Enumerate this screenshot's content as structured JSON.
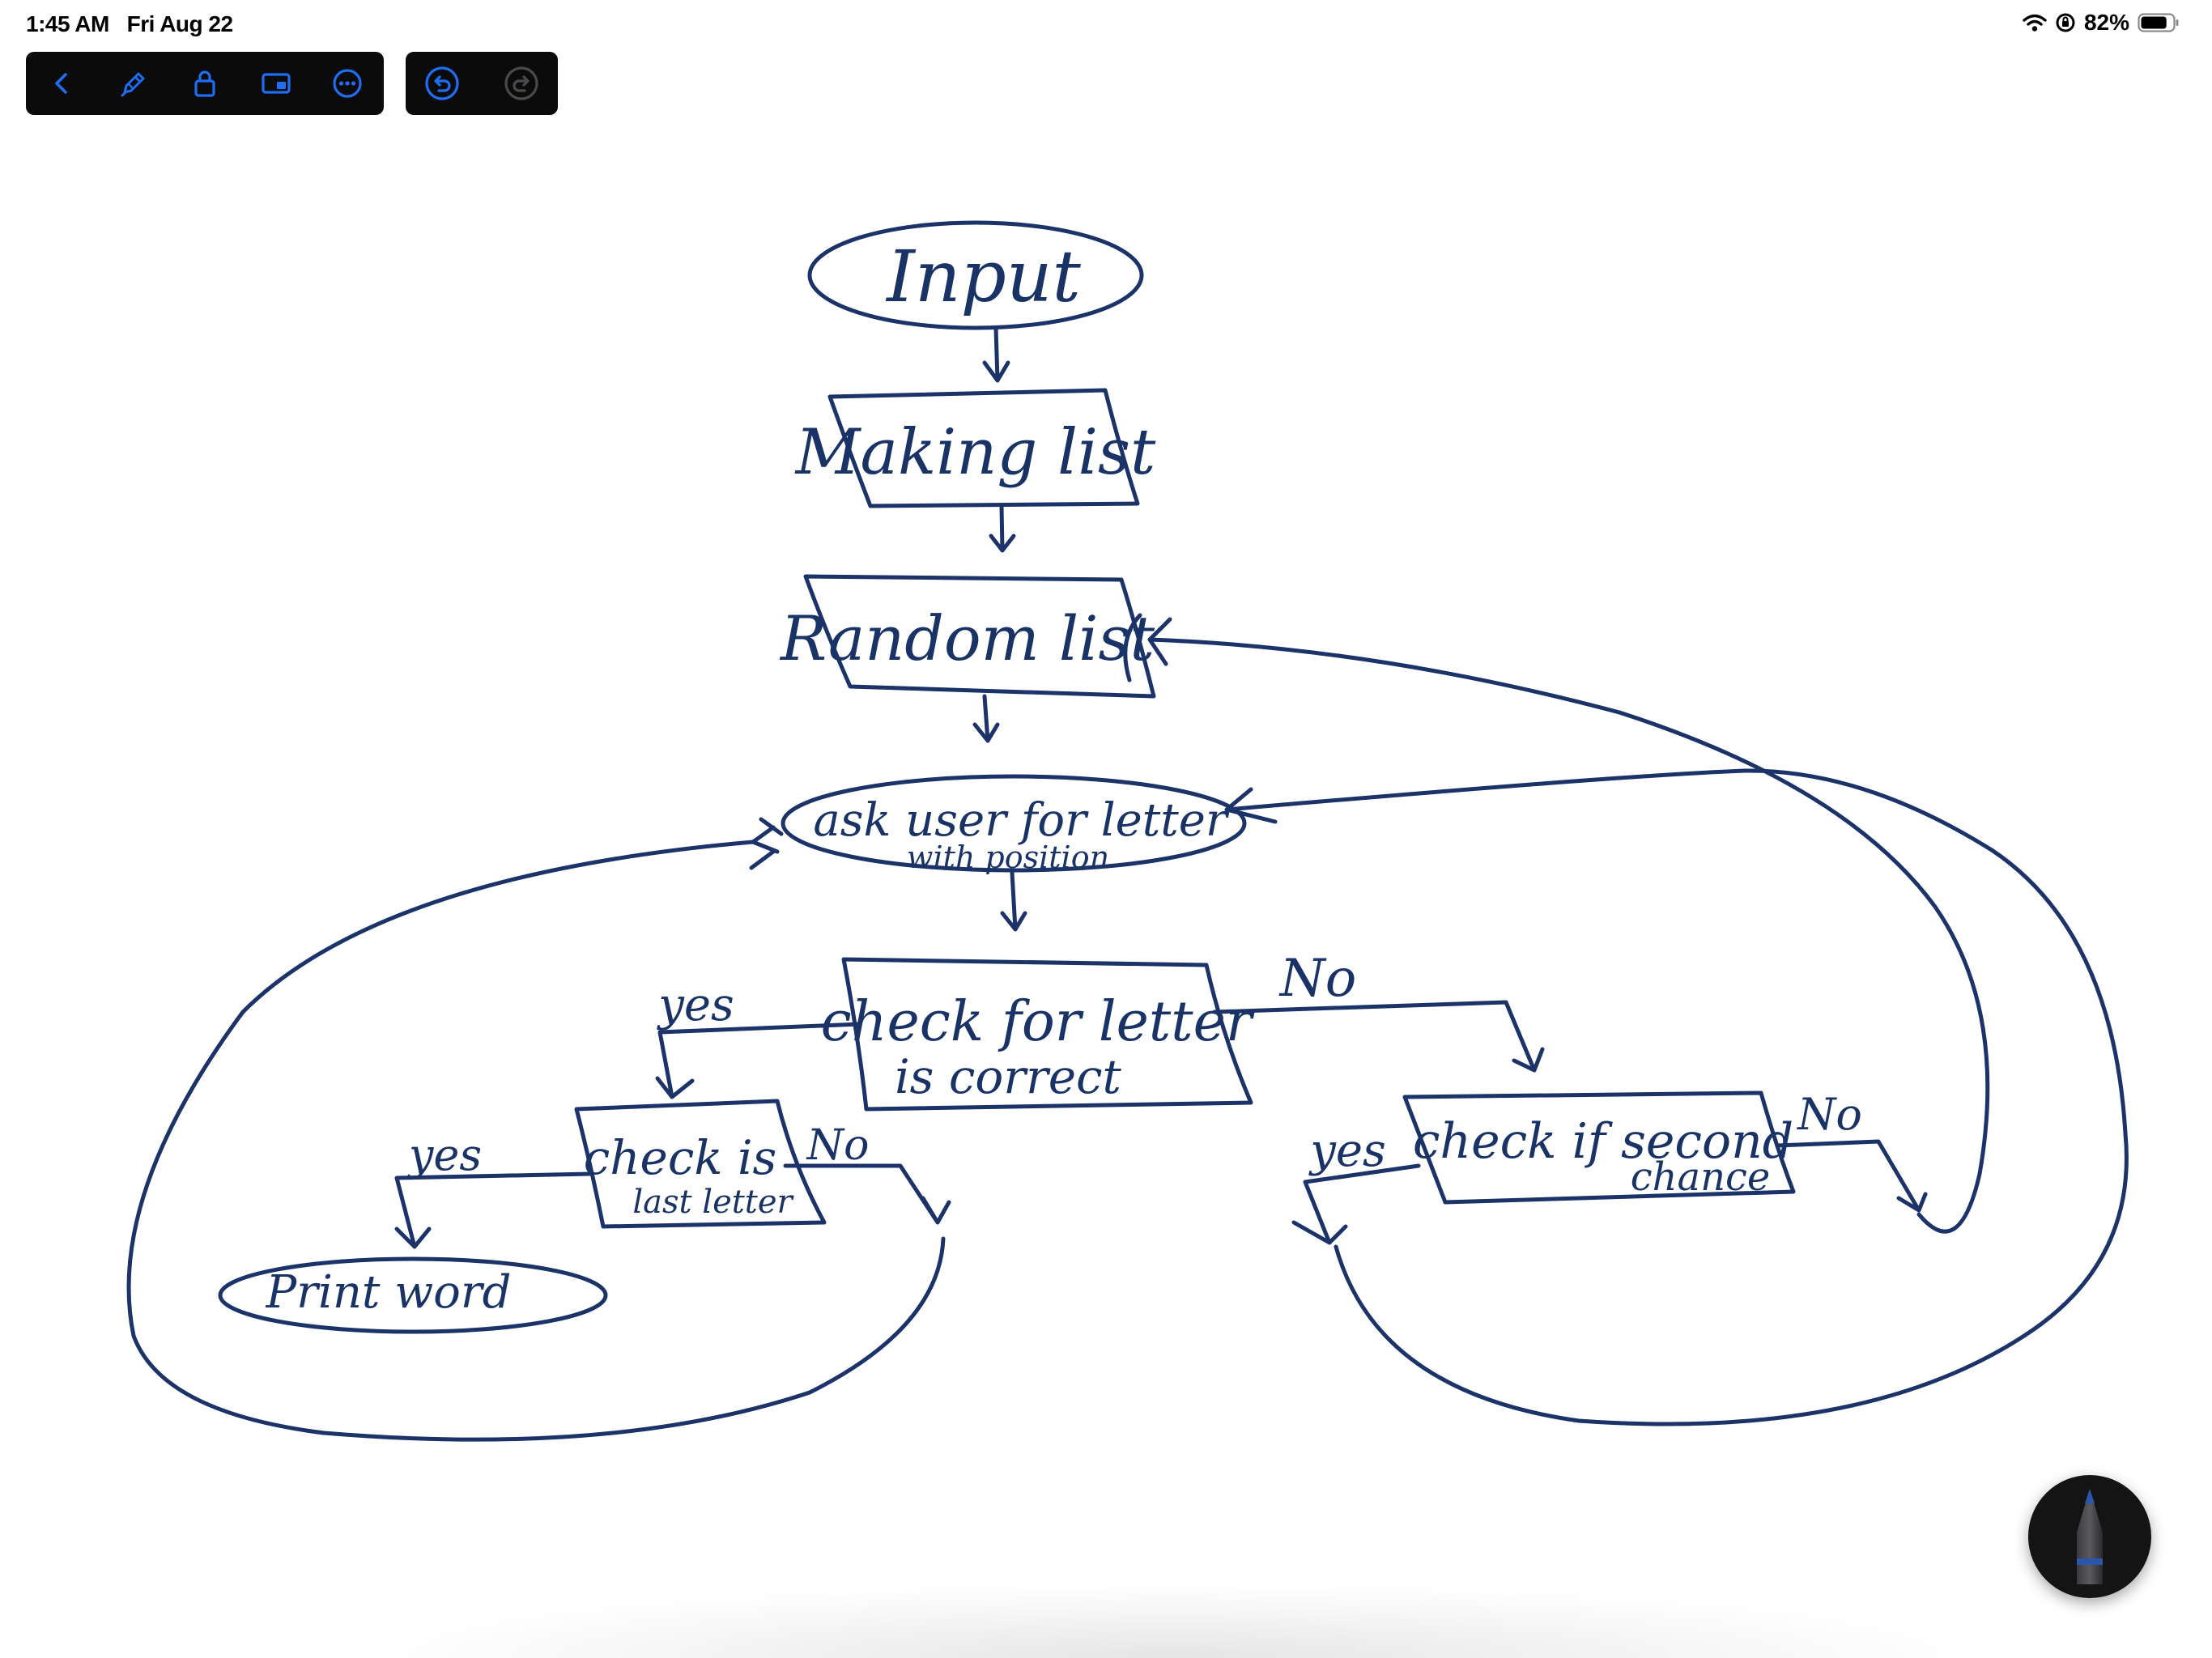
{
  "status_bar": {
    "time": "1:45 AM",
    "date": "Fri Aug 22",
    "battery_percent": "82%",
    "battery_level": 0.82
  },
  "toolbar": {
    "items": [
      {
        "icon": "chevron-left-icon",
        "label": "Back"
      },
      {
        "icon": "markup-pen-icon",
        "label": "Markup"
      },
      {
        "icon": "lock-icon",
        "label": "Lock"
      },
      {
        "icon": "window-icon",
        "label": "Display"
      },
      {
        "icon": "more-icon",
        "label": "More"
      }
    ],
    "history": [
      {
        "icon": "undo-icon",
        "enabled": true
      },
      {
        "icon": "redo-icon",
        "enabled": false
      }
    ],
    "accent_color": "#1e6df2"
  },
  "drawing": {
    "ink_color": "#1b3368",
    "labels": {
      "input": "Input",
      "making_list": "Making list",
      "random_list": "Random list",
      "ask_user_line1": "ask user for letter",
      "ask_user_line2": "with position",
      "check_letter_line1": "check for letter",
      "check_letter_line2": "is correct",
      "check_last_line1": "check is",
      "check_last_line2": "last letter",
      "check_second_line1": "check if second",
      "check_second_line2": "chance",
      "print_word": "Print word",
      "yes_1": "yes",
      "yes_2": "yes",
      "yes_3": "yes",
      "no_1": "No",
      "no_2": "No",
      "no_3": "No"
    }
  },
  "floating_tool": {
    "icon": "pencil-tool-icon"
  }
}
